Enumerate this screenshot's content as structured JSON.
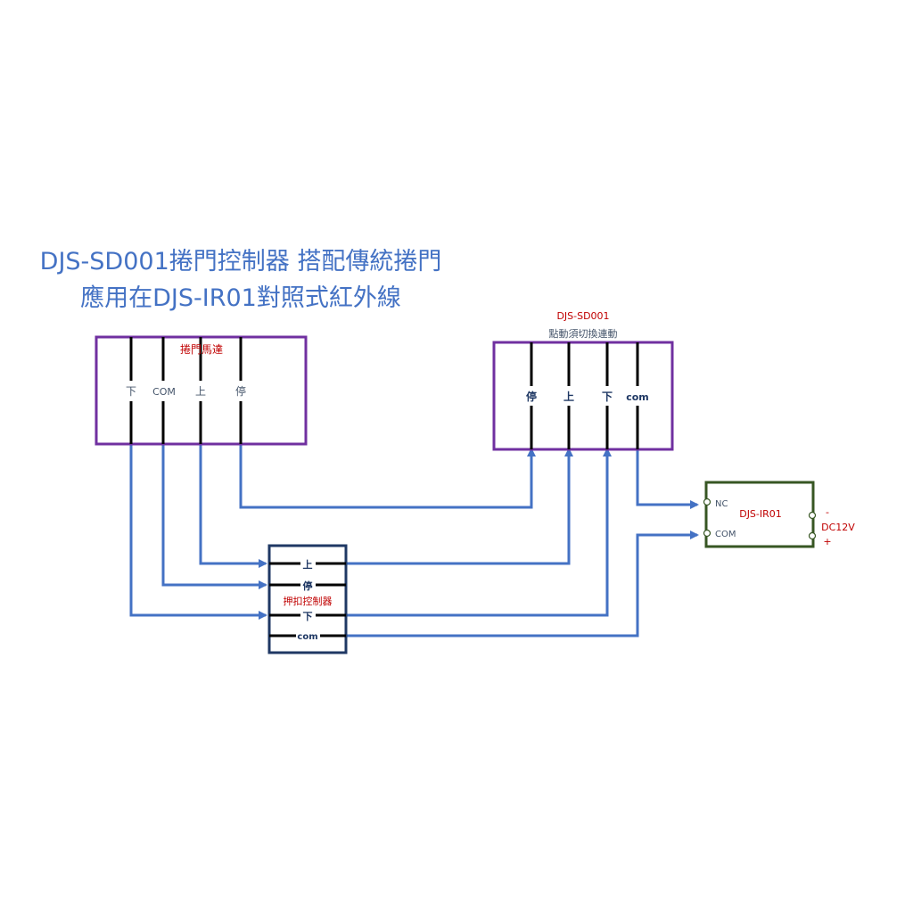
{
  "title": {
    "line1": "DJS-SD001捲門控制器 搭配傳統捲門",
    "line2": "應用在DJS-IR01對照式紅外線"
  },
  "motor_box": {
    "label": "捲門馬達",
    "terminals": [
      "下",
      "COM",
      "上",
      "停"
    ]
  },
  "sd001_box": {
    "label_top": "DJS-SD001",
    "label_sub": "點動須切換連動",
    "terminals": [
      "停",
      "上",
      "下",
      "com"
    ]
  },
  "push_controller": {
    "label": "押扣控制器",
    "terminals": [
      "上",
      "停",
      "下",
      "com"
    ]
  },
  "ir01_box": {
    "label": "DJS-IR01",
    "nc": "NC",
    "com": "COM",
    "minus": "-",
    "power": "DC12V",
    "plus": "+"
  },
  "colors": {
    "title": "#4472c4",
    "wire": "#4472c4",
    "box_purple": "#7030a0",
    "box_navy": "#1f3864",
    "box_green": "#375623",
    "label_red": "#c00000"
  }
}
